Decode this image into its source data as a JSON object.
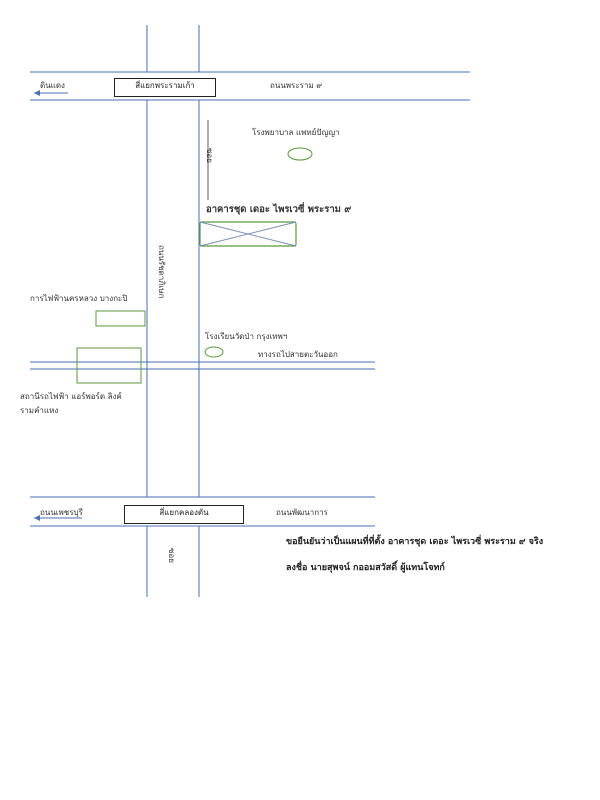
{
  "colors": {
    "road": "#4a6fb5",
    "landmark": "#5a9a3c",
    "text": "#222222"
  },
  "road_labels": {
    "din_daeng": "ดินแดง",
    "rama9_road": "ถนนพระราม ๙",
    "ratchadaphisek": "ถนนรัชดาภิเษก",
    "soi": "ซอย",
    "to_eastern": "ทางรถไปสายตะวันออก",
    "phetchaburi": "ถนนเพชรบุรี",
    "phatthanakan": "ถนนพัฒนาการ",
    "soi_bottom": "ซอย"
  },
  "intersections": {
    "rama9": "สี่แยกพระรามเก้า",
    "khlong_tan": "สี่แยกคลองตัน"
  },
  "landmarks": {
    "hospital": "โรงพยาบาล แพทย์ปัญญา",
    "condo": "อาคารชุด เดอะ ไพรเวซี่ พระราม ๙",
    "egat": "การไฟฟ้านครหลวง บางกะปิ",
    "school": "โรงเรียนวัดป่า กรุงเทพฯ",
    "airport_link_line1": "สถานีรถไฟฟ้า แอร์พอร์ต ลิงค์",
    "airport_link_line2": "รามคำแหง"
  },
  "certification": {
    "line1": "ขอยืนยันว่าเป็นแผนที่ที่ตั้ง อาคารชุด เดอะ ไพรเวซี่ พระราม ๙ จริง",
    "line2": "ลงชื่อ นายสุพจน์ กออมสวัสดิ์ ผู้แทนโจทก์"
  }
}
